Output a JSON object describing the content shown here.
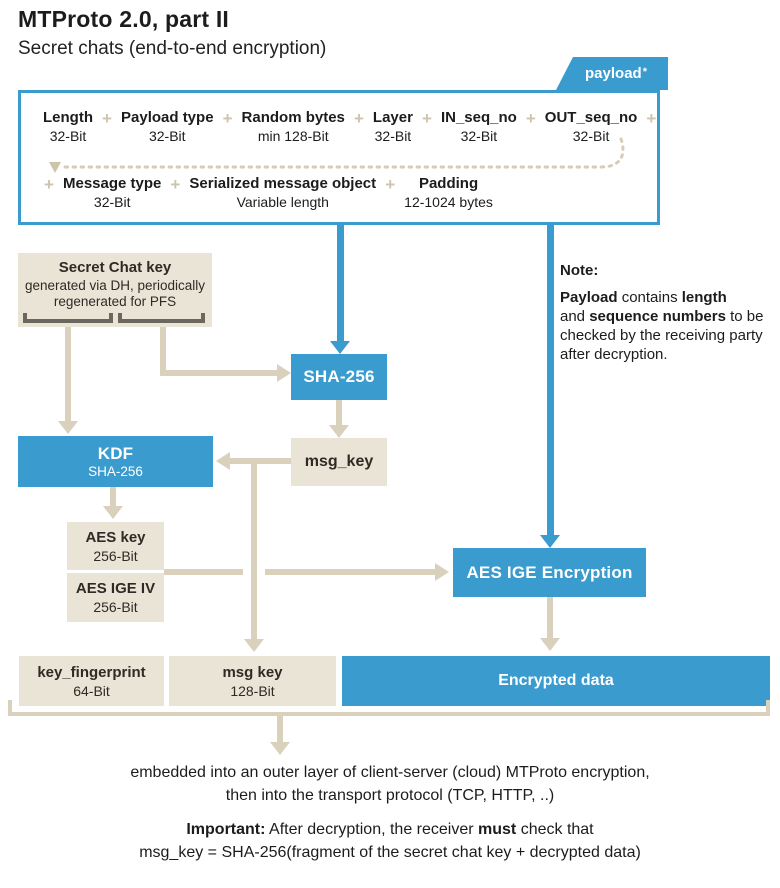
{
  "title": "MTProto 2.0, part II",
  "subtitle": "Secret chats (end-to-end encryption)",
  "colors": {
    "accent_blue": "#3a9bce",
    "box_beige": "#eae4d6",
    "arrow_beige": "#d9d1bc",
    "bracket_gray": "#6b675f"
  },
  "payload": {
    "tab_label": "payload",
    "tab_star": "*",
    "plus": "+",
    "row1": [
      {
        "name": "Length",
        "size": "32-Bit"
      },
      {
        "name": "Payload type",
        "size": "32-Bit"
      },
      {
        "name": "Random bytes",
        "size": "min 128-Bit"
      },
      {
        "name": "Layer",
        "size": "32-Bit"
      },
      {
        "name": "IN_seq_no",
        "size": "32-Bit"
      },
      {
        "name": "OUT_seq_no",
        "size": "32-Bit"
      }
    ],
    "row2": [
      {
        "name": "Message type",
        "size": "32-Bit"
      },
      {
        "name": "Serialized message object",
        "size": "Variable length"
      },
      {
        "name": "Padding",
        "size": "12-1024 bytes"
      }
    ]
  },
  "note": {
    "heading": "Note:",
    "l1a": "Payload",
    "l1b": " contains ",
    "l1c": "length",
    "l2a": "and ",
    "l2b": "sequence numbers",
    "l2c": " to be",
    "l3": "checked by the receiving party",
    "l4": "after decryption."
  },
  "nodes": {
    "secret_chat_key": {
      "title": "Secret Chat key",
      "line1": "generated via DH, periodically",
      "line2": "regenerated for PFS"
    },
    "sha256": {
      "label": "SHA-256"
    },
    "msg_key": {
      "label": "msg_key"
    },
    "kdf": {
      "title": "KDF",
      "subtitle": "SHA-256"
    },
    "aes_key": {
      "title": "AES key",
      "size": "256-Bit"
    },
    "aes_ige_iv": {
      "title": "AES IGE IV",
      "size": "256-Bit"
    },
    "aes_ige_encryption": {
      "label": "AES IGE Encryption"
    },
    "key_fingerprint": {
      "title": "key_fingerprint",
      "size": "64-Bit"
    },
    "msg_key_out": {
      "title": "msg key",
      "size": "128-Bit"
    },
    "encrypted_data": {
      "label": "Encrypted data"
    }
  },
  "footer": {
    "line1": "embedded into an outer layer of client-server (cloud) MTProto encryption,",
    "line2": "then into the transport protocol (TCP, HTTP, ..)",
    "important_label": "Important:",
    "important_mid": " After decryption, the receiver ",
    "important_bold": "must",
    "important_end": " check that",
    "formula": "msg_key = SHA-256(fragment of the secret chat key + decrypted data)"
  }
}
